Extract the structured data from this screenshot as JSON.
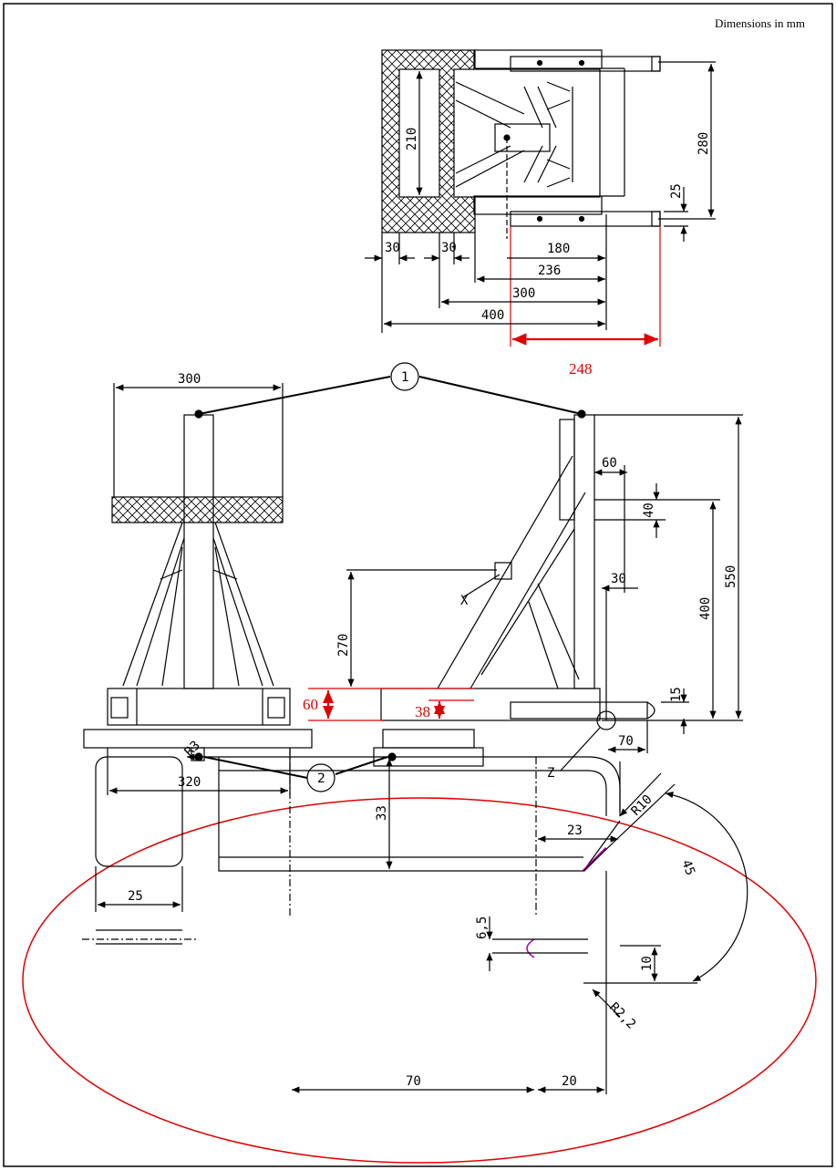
{
  "header": {
    "units_note": "Dimensions in mm"
  },
  "colors": {
    "line": "#000000",
    "highlight": "#e00000",
    "edge_mark": "#b000b0"
  },
  "top_view": {
    "dims": {
      "d210": "210",
      "d280": "280",
      "d25": "25",
      "d30a": "30",
      "d30b": "30",
      "d180": "180",
      "d236": "236",
      "d300": "300",
      "d400": "400",
      "d248": "248"
    }
  },
  "side_view": {
    "balloons": {
      "b1": "1",
      "b2": "2"
    },
    "dims": {
      "d300": "300",
      "d320": "320",
      "d60": "60",
      "d40": "40",
      "d30": "30",
      "d550": "550",
      "d400": "400",
      "d270": "270",
      "d15": "15",
      "d70": "70",
      "d60red": "60",
      "d38red": "38"
    },
    "refs": {
      "x": "X",
      "z": "Z"
    }
  },
  "detail": {
    "dims": {
      "r3": "R3",
      "d25": "25",
      "d33": "33",
      "d70": "70",
      "d23": "23",
      "r10": "R10",
      "d6_5": "6,5",
      "d10": "10",
      "d20": "20",
      "r2_2": "R2,2",
      "a45": "45"
    }
  }
}
